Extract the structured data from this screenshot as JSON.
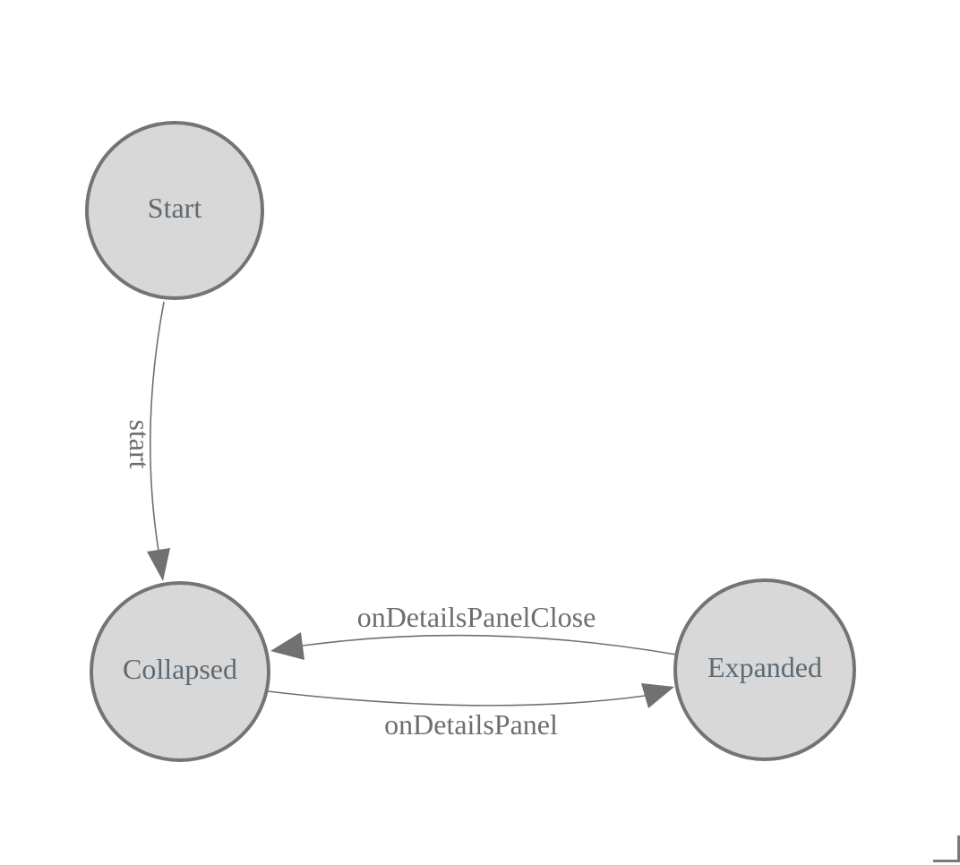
{
  "diagram": {
    "type": "state-machine",
    "background": "#ffffff",
    "nodes": [
      {
        "label": "Start"
      },
      {
        "label": "Collapsed"
      },
      {
        "label": "Expanded"
      }
    ],
    "edges": [
      {
        "label": "start",
        "from": "Start",
        "to": "Collapsed"
      },
      {
        "label": "onDetailsPanelClose",
        "from": "Expanded",
        "to": "Collapsed"
      },
      {
        "label": "onDetailsPanel",
        "from": "Collapsed",
        "to": "Expanded"
      }
    ],
    "colors": {
      "node_fill": "#d8d8d8",
      "node_stroke": "#747474",
      "node_text": "#5e6a73",
      "edge_stroke": "#707070",
      "arrowhead_fill": "#717171",
      "edge_text": "#6e6e6e",
      "corner_mark": "#7a7a7a"
    }
  }
}
